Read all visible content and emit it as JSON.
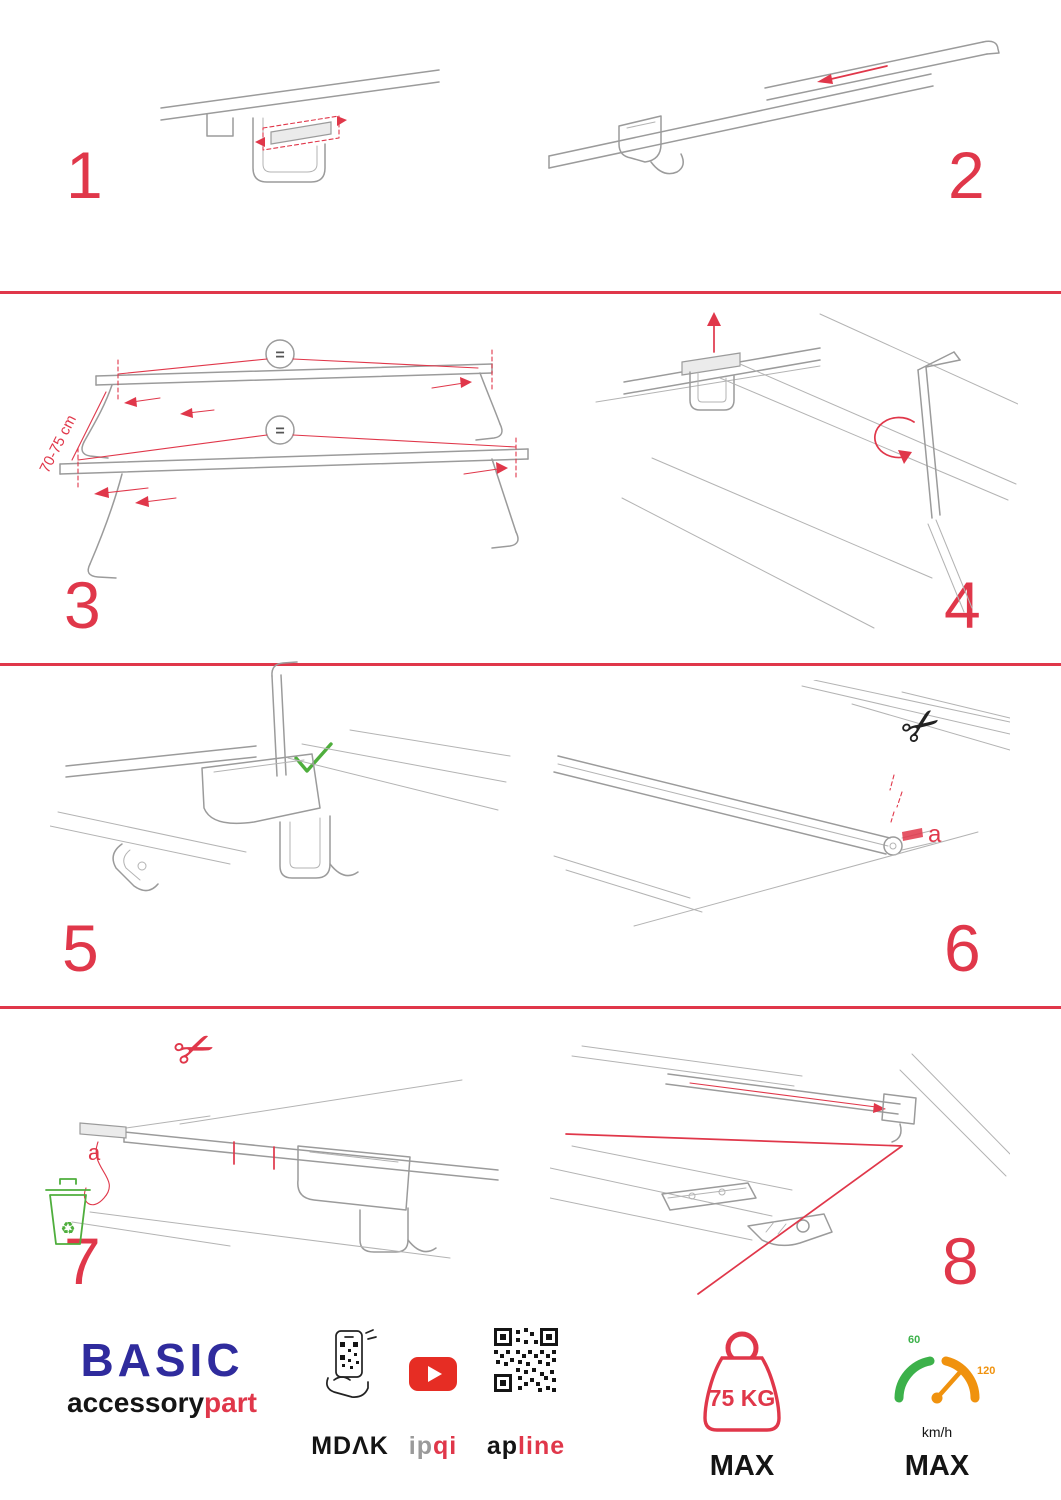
{
  "colors": {
    "accent_red": "#e0374a",
    "brand_blue": "#2f2b9d",
    "green": "#4fae3d",
    "orange": "#f0920e",
    "youtube_red": "#e62d24",
    "line_gray": "#9b9b9b"
  },
  "steps": {
    "s1": {
      "number": "1"
    },
    "s2": {
      "number": "2"
    },
    "s3": {
      "number": "3",
      "distance_label": "70-75 cm",
      "equal_sign": "="
    },
    "s4": {
      "number": "4"
    },
    "s5": {
      "number": "5"
    },
    "s6": {
      "number": "6",
      "part_label": "a"
    },
    "s7": {
      "number": "7",
      "part_label": "a"
    },
    "s8": {
      "number": "8"
    }
  },
  "footer": {
    "brand": {
      "title": "BASIC",
      "sub_left": "accessory",
      "sub_right": "part"
    },
    "mdak_label": "MDΛK",
    "video_label_left": "ip",
    "video_label_right": "qi",
    "qr_label_left": "ap",
    "qr_label_right": "line",
    "weight": {
      "value": "75 KG",
      "max_label": "MAX"
    },
    "speedometer": {
      "tick_low": "60",
      "tick_high": "120",
      "unit": "km/h",
      "max_label": "MAX"
    }
  }
}
